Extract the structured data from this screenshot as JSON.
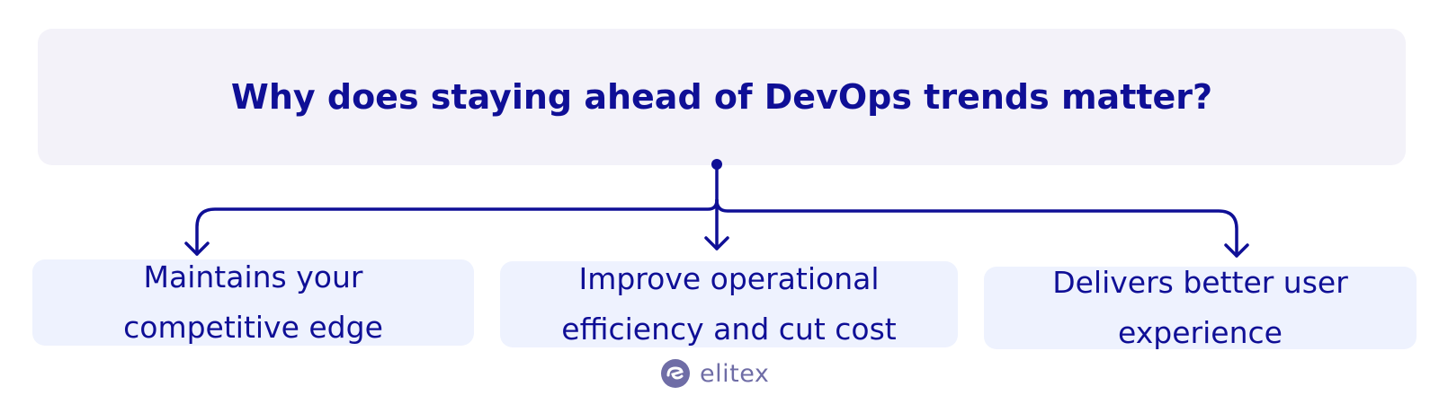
{
  "header": {
    "title": "Why does staying ahead of DevOps trends matter?"
  },
  "items": [
    {
      "line1": "Maintains your",
      "line2": "competitive edge"
    },
    {
      "line1": "Improve operational",
      "line2": "efficiency and cut cost"
    },
    {
      "line1": "Delivers better user",
      "line2": "experience"
    }
  ],
  "brand": {
    "name": "elitex"
  },
  "colors": {
    "primary": "#0f0f96",
    "header_bg": "#f3f2f9",
    "item_bg": "#eef2fe",
    "logo": "#6f6da6"
  }
}
